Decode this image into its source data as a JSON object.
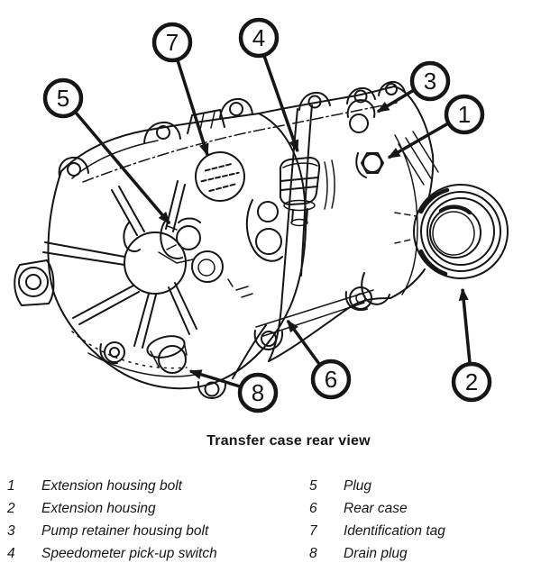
{
  "colors": {
    "ink": "#161616",
    "paper": "#ffffff"
  },
  "figure": {
    "caption": "Transfer case rear view"
  },
  "callouts": [
    {
      "number": "1"
    },
    {
      "number": "2"
    },
    {
      "number": "3"
    },
    {
      "number": "4"
    },
    {
      "number": "5"
    },
    {
      "number": "6"
    },
    {
      "number": "7"
    },
    {
      "number": "8"
    }
  ],
  "legend": {
    "columns": [
      {
        "items": [
          {
            "number": "1",
            "label": "Extension housing bolt"
          },
          {
            "number": "2",
            "label": "Extension housing"
          },
          {
            "number": "3",
            "label": "Pump retainer housing bolt"
          },
          {
            "number": "4",
            "label": "Speedometer pick-up switch"
          }
        ]
      },
      {
        "items": [
          {
            "number": "5",
            "label": "Plug"
          },
          {
            "number": "6",
            "label": "Rear case"
          },
          {
            "number": "7",
            "label": "Identification tag"
          },
          {
            "number": "8",
            "label": "Drain plug"
          }
        ]
      }
    ]
  }
}
